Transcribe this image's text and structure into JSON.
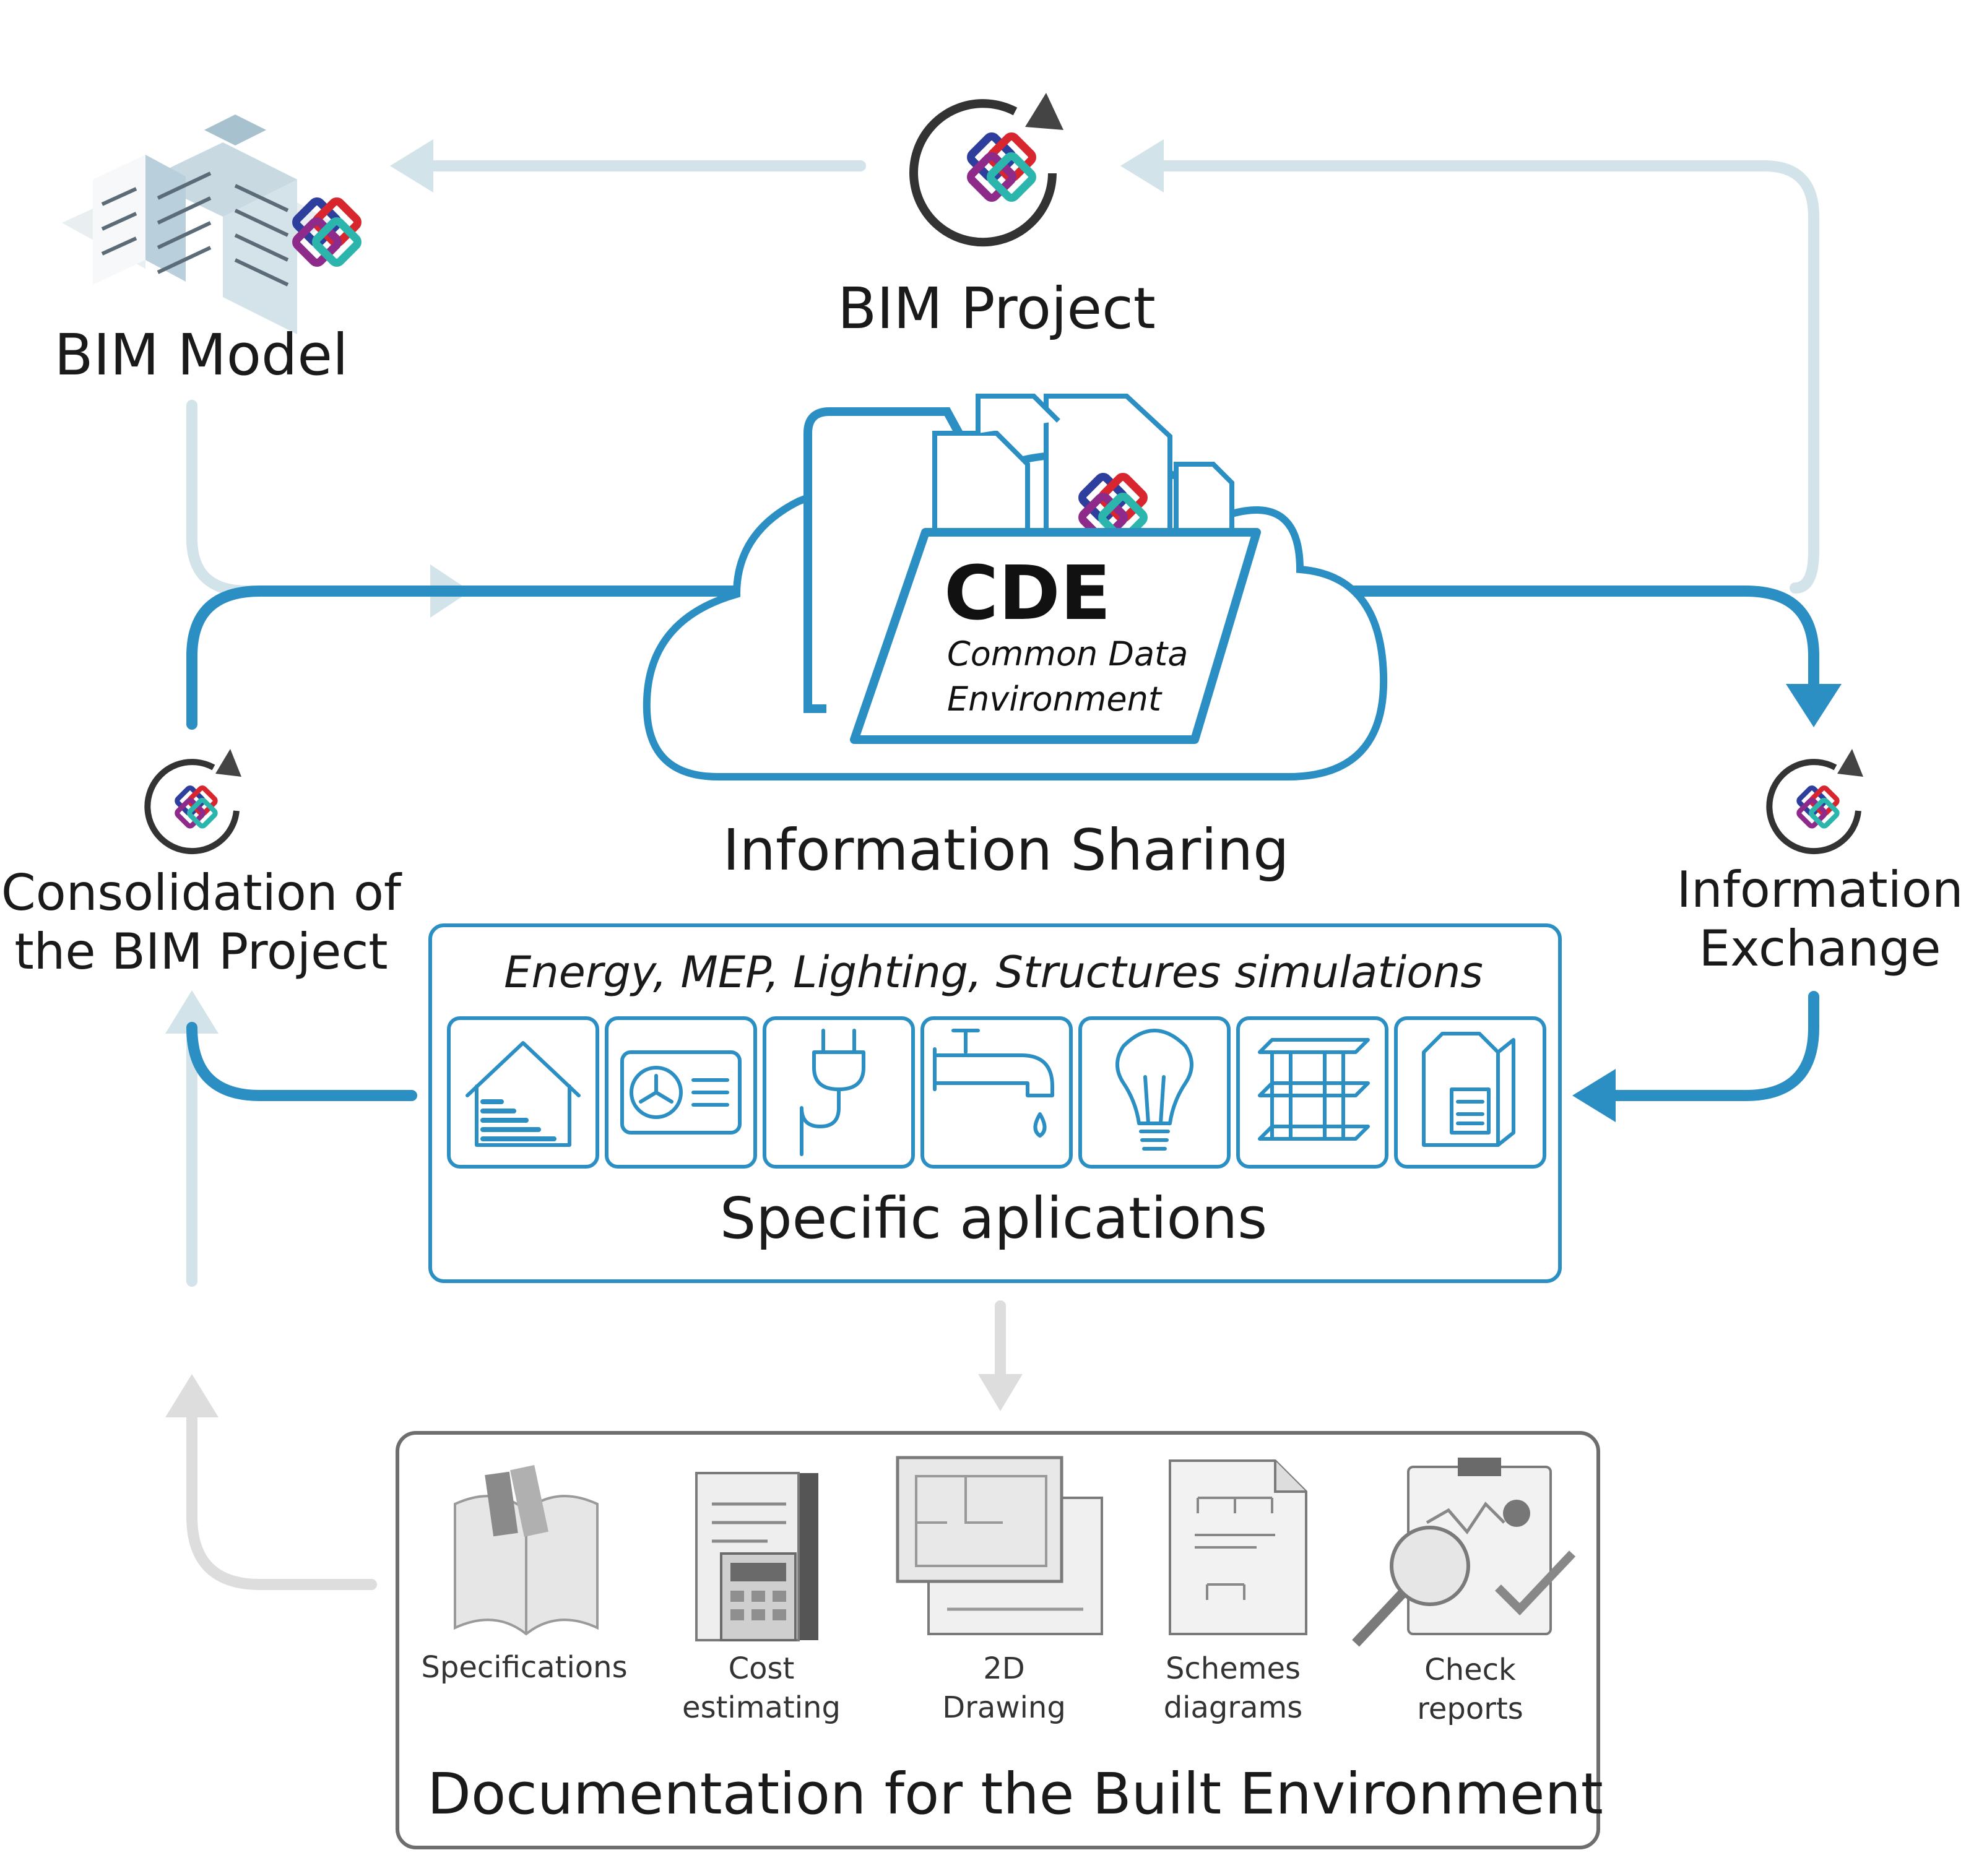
{
  "colors": {
    "accent_blue": "#2b8fc4",
    "pale_blue": "#d3e3ea",
    "light_gray": "#d9d9d9",
    "box_border_gray": "#6e6e6e",
    "ifc_purple": "#8e2a8a",
    "ifc_red": "#d8262f",
    "ifc_blue": "#2d3e9c",
    "ifc_teal": "#2bb5ad"
  },
  "nodes": {
    "bim_model": {
      "label": "BIM Model",
      "icon": "building-icon"
    },
    "bim_project": {
      "label": "BIM Project",
      "icon": "ifc-cycle-icon"
    },
    "consolidation": {
      "line1": "Consolidation of",
      "line2": "the BIM Project",
      "icon": "ifc-cycle-icon"
    },
    "information_exchange": {
      "line1": "Information",
      "line2": "Exchange",
      "icon": "ifc-cycle-icon"
    }
  },
  "cde": {
    "title": "CDE",
    "subtitle_line1": "Common Data",
    "subtitle_line2": "Environment",
    "caption": "Information Sharing"
  },
  "applications": {
    "header": "Energy, MEP, Lighting, Structures simulations",
    "footer": "Specific aplications",
    "icons": [
      "house-energy-icon",
      "hvac-unit-icon",
      "electric-plug-icon",
      "water-tap-icon",
      "light-bulb-icon",
      "structure-frame-icon",
      "document-calculator-icon"
    ]
  },
  "documentation": {
    "title": "Documentation for the Built Environment",
    "items": [
      {
        "line1": "Specifications",
        "line2": "",
        "icon": "open-book-icon"
      },
      {
        "line1": "Cost",
        "line2": "estimating",
        "icon": "calculator-sheet-icon"
      },
      {
        "line1": "2D",
        "line2": "Drawing",
        "icon": "blueprint-icon"
      },
      {
        "line1": "Schemes",
        "line2": "diagrams",
        "icon": "scheme-document-icon"
      },
      {
        "line1": "Check",
        "line2": "reports",
        "icon": "clipboard-check-icon"
      }
    ]
  }
}
